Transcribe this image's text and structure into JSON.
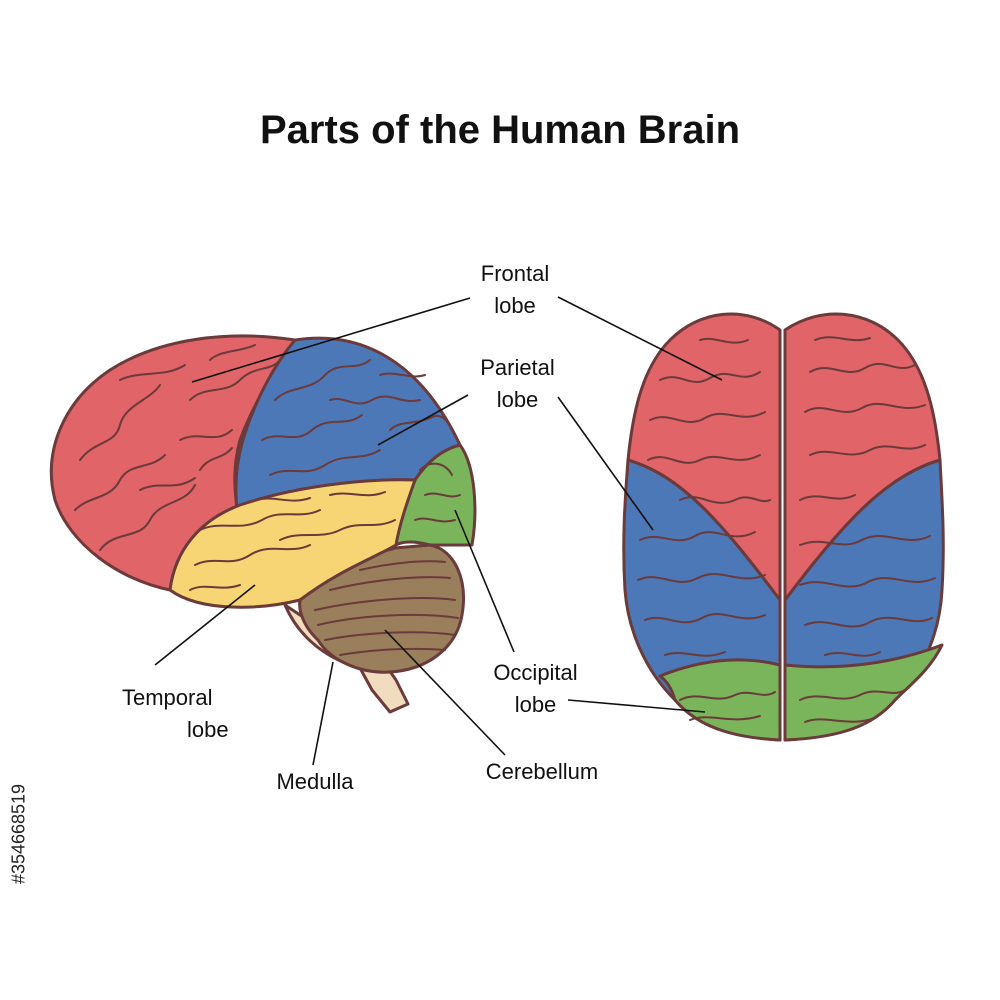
{
  "title": "Parts of the Human Brain",
  "labels": {
    "frontal": [
      "Frontal",
      "lobe"
    ],
    "parietal": [
      "Parietal",
      "lobe"
    ],
    "occipital": [
      "Occipital",
      "lobe"
    ],
    "temporal": [
      "Temporal",
      "lobe"
    ],
    "medulla": "Medulla",
    "cerebellum": "Cerebellum"
  },
  "stock_id": "#354668519",
  "colors": {
    "frontal": "#e06468",
    "parietal": "#4d78b8",
    "occipital": "#7ab55c",
    "temporal": "#f7d574",
    "cerebellum": "#9a7f5c",
    "brainstem": "#f2dcc0",
    "outline": "#6b3a3a"
  }
}
